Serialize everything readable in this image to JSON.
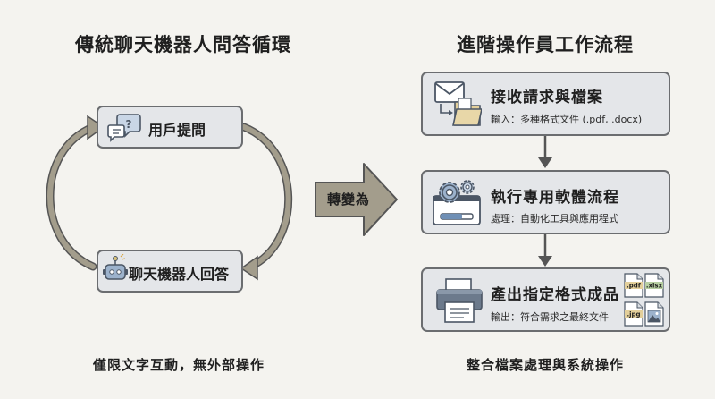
{
  "left": {
    "title": "傳統聊天機器人問答循環",
    "user_box": "用戶提問",
    "bot_box": "聊天機器人回答",
    "caption": "僅限文字互動，無外部操作"
  },
  "middle": {
    "arrow_label": "轉變為"
  },
  "right": {
    "title": "進階操作員工作流程",
    "steps": [
      {
        "title": "接收請求與檔案",
        "desc": "輸入：多種格式文件 (.pdf, .docx)"
      },
      {
        "title": "執行專用軟體流程",
        "desc": "處理：自動化工具與應用程式"
      },
      {
        "title": "產出指定格式成品",
        "desc": "輸出：符合需求之最終文件"
      }
    ],
    "file_tags": [
      ".pdf",
      ".xlsx",
      ".jpg"
    ],
    "caption": "整合檔案處理與系統操作"
  },
  "colors": {
    "background": "#f4f3ef",
    "box_fill": "#e4e6e9",
    "box_border": "#6b6d70",
    "arrow_fill": "#a39d8c",
    "icon_dark": "#4b5665",
    "icon_blue": "#9cb2cc"
  }
}
